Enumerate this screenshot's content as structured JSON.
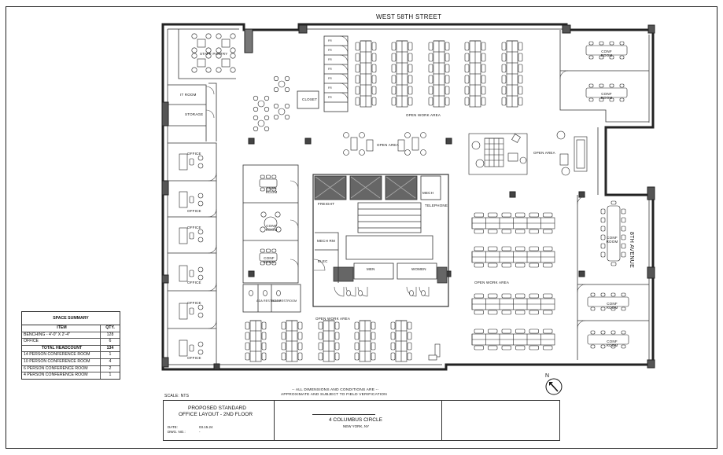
{
  "streets": {
    "north": "WEST 58TH STREET",
    "east": "8TH AVENUE"
  },
  "rooms": {
    "staff_pantry": "STAFF PANTRY",
    "it_room": "IT ROOM",
    "storage": "STORAGE",
    "office": "OFFICE",
    "closet": "CLOSET",
    "open_work_area": "OPEN WORK AREA",
    "open_area": "OPEN AREA",
    "conf_room": "CONF ROOM",
    "freight": "FREIGHT",
    "mech": "MECH",
    "elec": "ELEC",
    "telephone": "TELEPHONE",
    "men": "MEN",
    "women": "WOMEN",
    "mech_rm": "MECH RM",
    "ada_restroom": "ADA RESTROOM",
    "file": "FR"
  },
  "space_summary": {
    "title": "SPACE SUMMARY",
    "col_item": "ITEM",
    "col_qty": "QTY.",
    "rows": [
      {
        "item": "BENCHING - 4'-0\" X 2'-4\"",
        "qty": "128"
      },
      {
        "item": "OFFICE",
        "qty": "6"
      },
      {
        "item": "TOTAL HEADCOUNT",
        "qty": "134",
        "total": true
      },
      {
        "item": "14 PERSON CONFERENCE ROOM",
        "qty": "1"
      },
      {
        "item": "10 PERSON CONFERENCE ROOM",
        "qty": "4"
      },
      {
        "item": "6 PERSON CONFERENCE ROOM",
        "qty": "2"
      },
      {
        "item": "4 PERSON CONFERENCE ROOM",
        "qty": "1"
      }
    ]
  },
  "scale": "SCALE:  NTS",
  "disclaimer_line1": "-- ALL DIMENSIONS AND CONDITIONS ARE --",
  "disclaimer_line2": "APPROXIMATE AND SUBJECT TO FIELD VERIFICATION",
  "title_block": {
    "title_line1": "PROPOSED STANDARD",
    "title_line2": "OFFICE LAYOUT - 2ND FLOOR",
    "date_label": "DATE:",
    "date_value": "03.15.24",
    "dwg_label": "DWG. NO.:",
    "dwg_value": "-",
    "building": "4 COLUMBUS CIRCLE",
    "city": "NEW YORK, NY"
  },
  "north_arrow": "N"
}
